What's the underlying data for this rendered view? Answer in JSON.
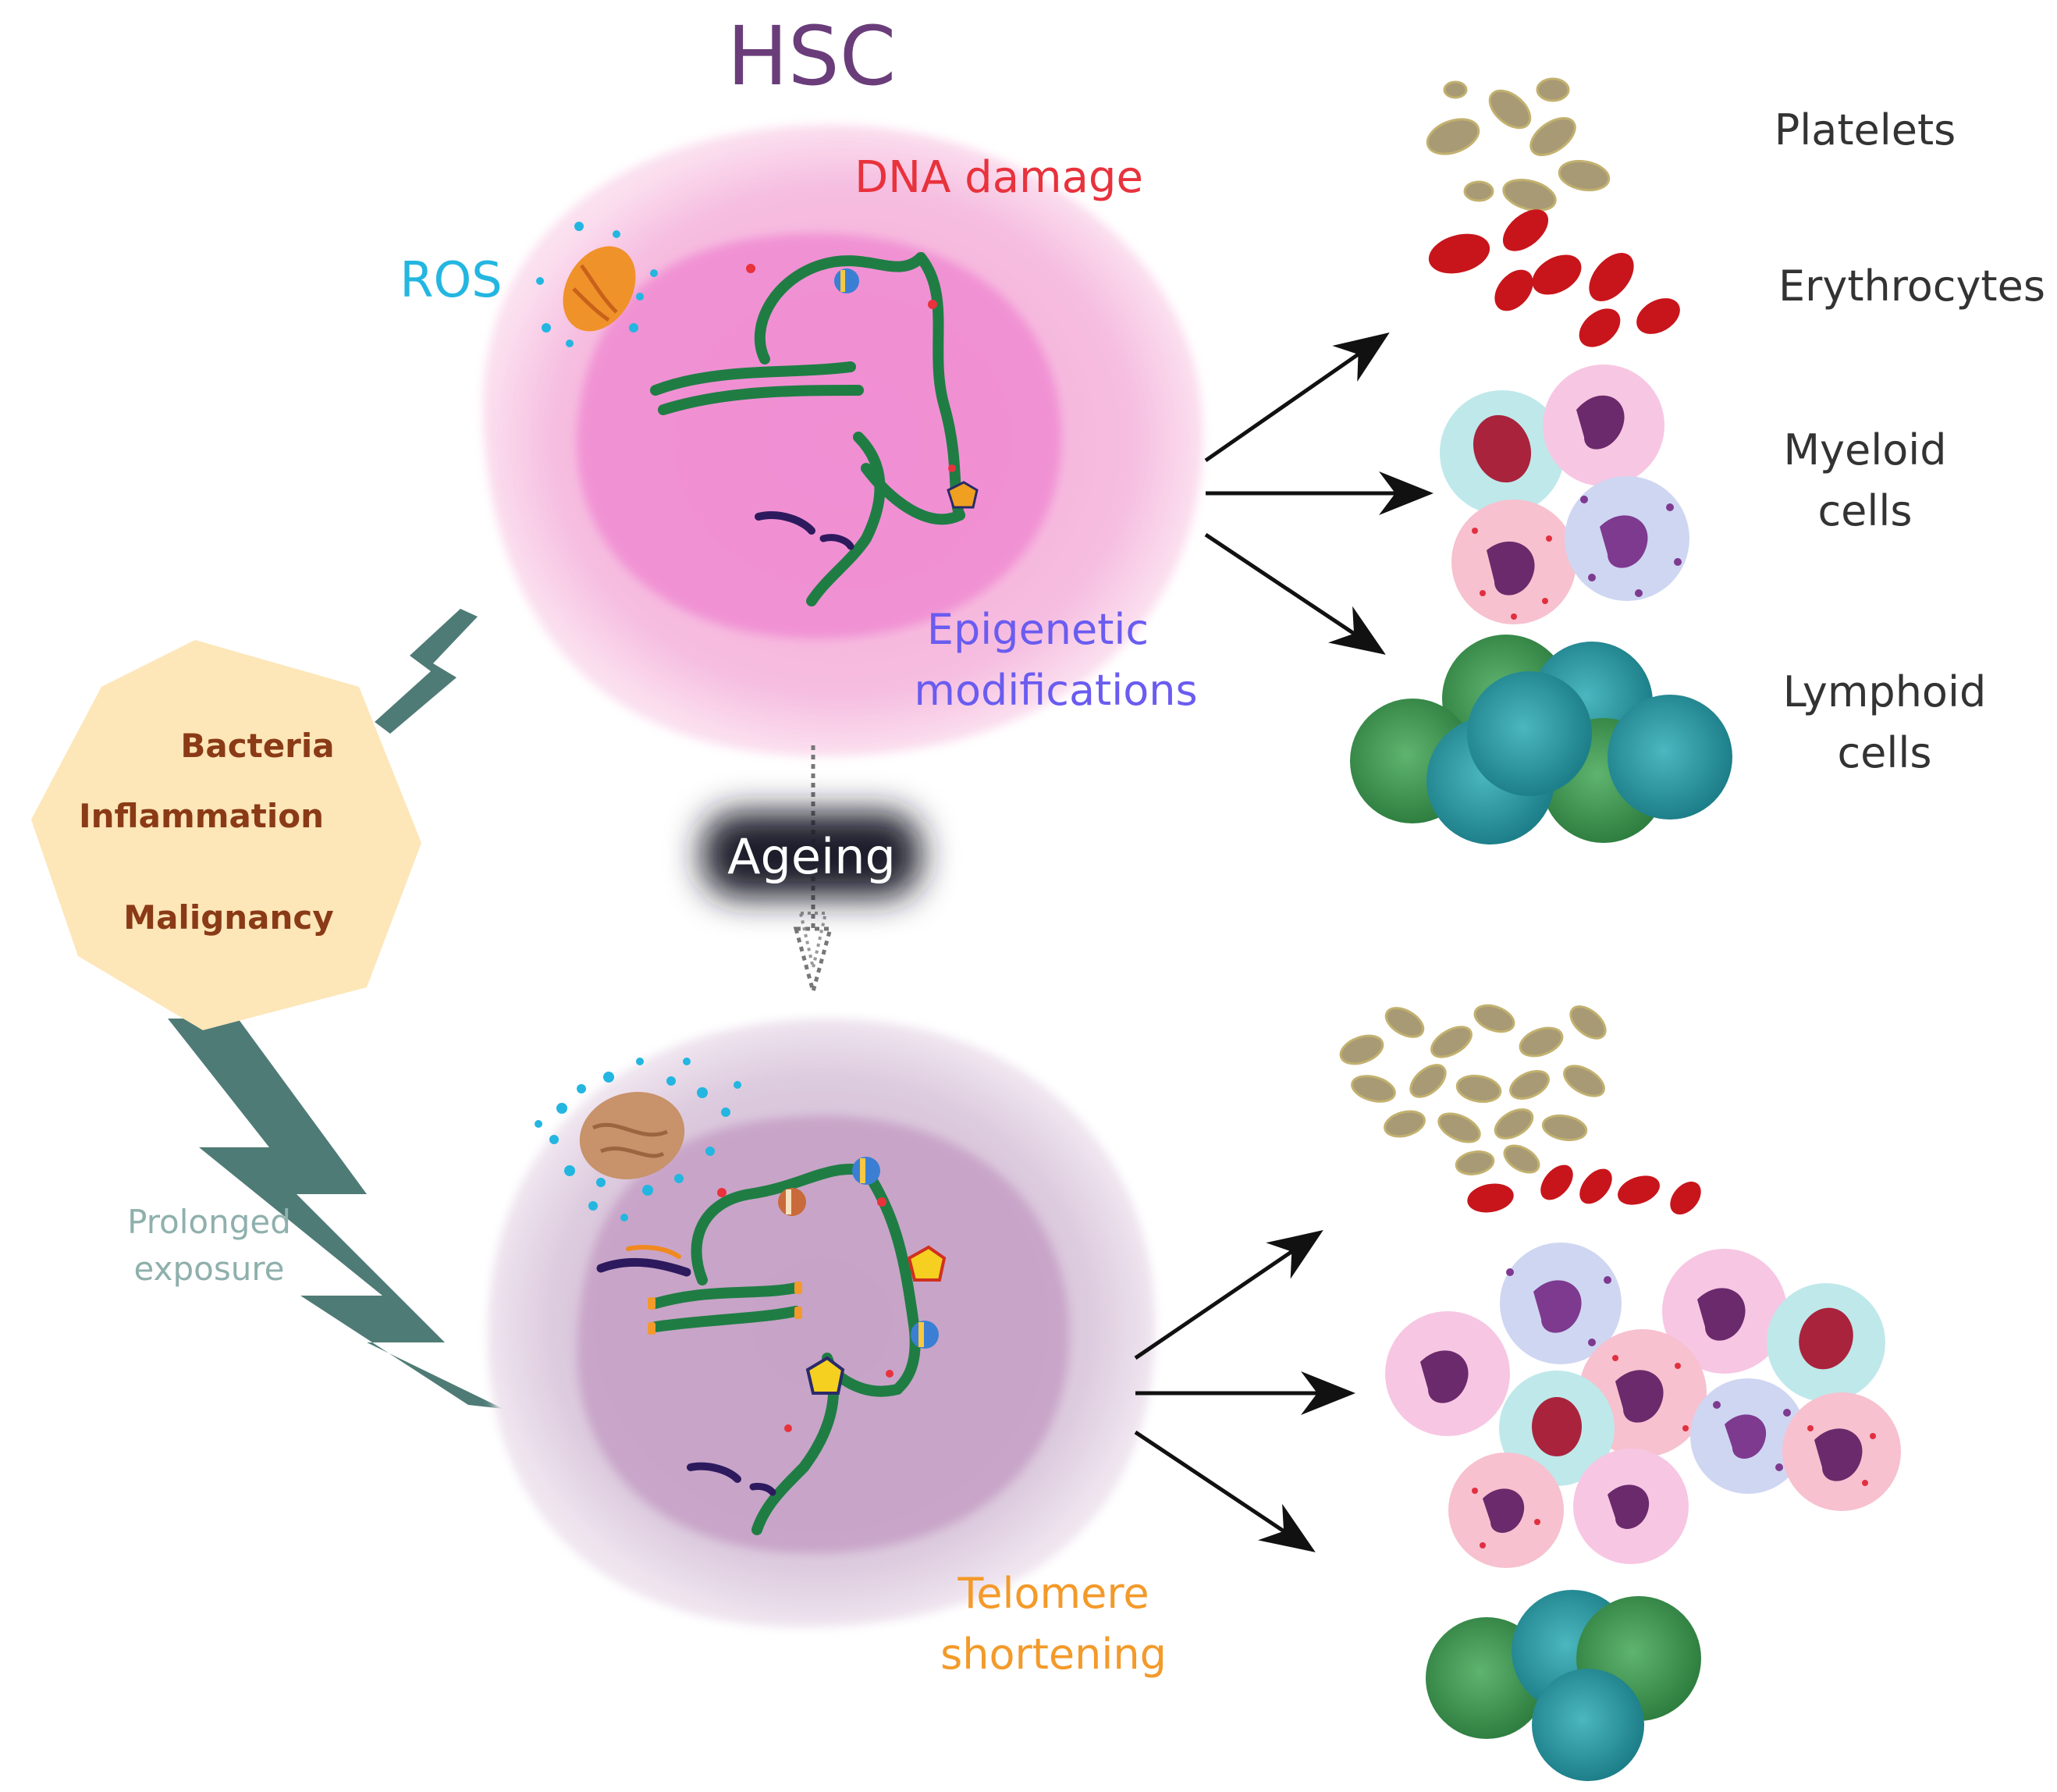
{
  "title": "HSC",
  "young_cell_labels": {
    "ros": "ROS",
    "dna_damage": "DNA damage",
    "epigenetic_line1": "Epigenetic",
    "epigenetic_line2": "modifications"
  },
  "aged_cell_labels": {
    "telomere_line1": "Telomere",
    "telomere_line2": "shortening"
  },
  "ageing_label": "Ageing",
  "stressors": [
    "Bacteria",
    "Inflammation",
    "Malignancy"
  ],
  "exposure_line1": "Prolonged",
  "exposure_line2": "exposure",
  "lineages": {
    "platelets": "Platelets",
    "erythrocytes": "Erythrocytes",
    "myeloid_line1": "Myeloid",
    "myeloid_line2": "cells",
    "lymphoid_line1": "Lymphoid",
    "lymphoid_line2": "cells"
  },
  "colors": {
    "hsc_title": "#6a3d7a",
    "ros": "#23b6e0",
    "dna_damage": "#e8323c",
    "epigenetic": "#6a5cf0",
    "telomere": "#f39a2a",
    "stressor_text": "#8a3a16",
    "stressor_fill": "#fde6b8",
    "exposure_text": "#8fb0ad",
    "bolt": "#4f7b76",
    "dna": "#1f7d44",
    "young_cell": "#f6b9de",
    "young_nucleus": "#f08bd2",
    "aged_cell": "#d9c3d9",
    "aged_nucleus": "#c7a2c7",
    "platelet": "#a89a74",
    "erythrocyte": "#c8151b",
    "lymph_green": "#3e9a52",
    "lymph_teal": "#2a9aa3"
  }
}
